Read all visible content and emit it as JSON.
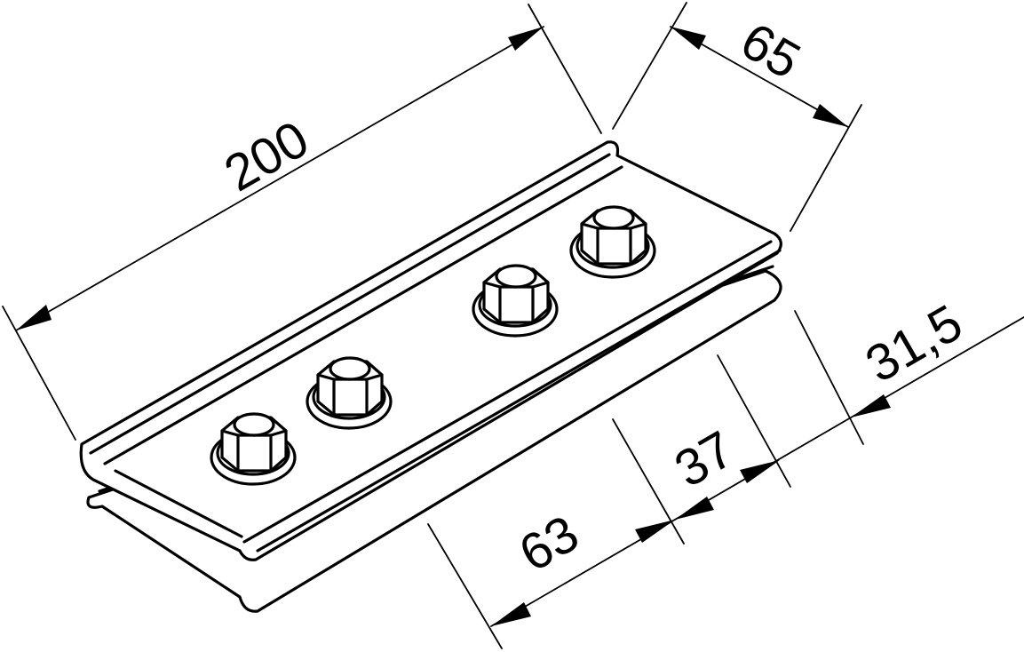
{
  "drawing": {
    "dimensions": {
      "length": "200",
      "width": "65",
      "hole_spacing_outer": "63",
      "hole_spacing_inner": "37",
      "hole_spacing_edge": "31,5"
    },
    "colors": {
      "line": "#000000",
      "background": "#ffffff"
    }
  }
}
